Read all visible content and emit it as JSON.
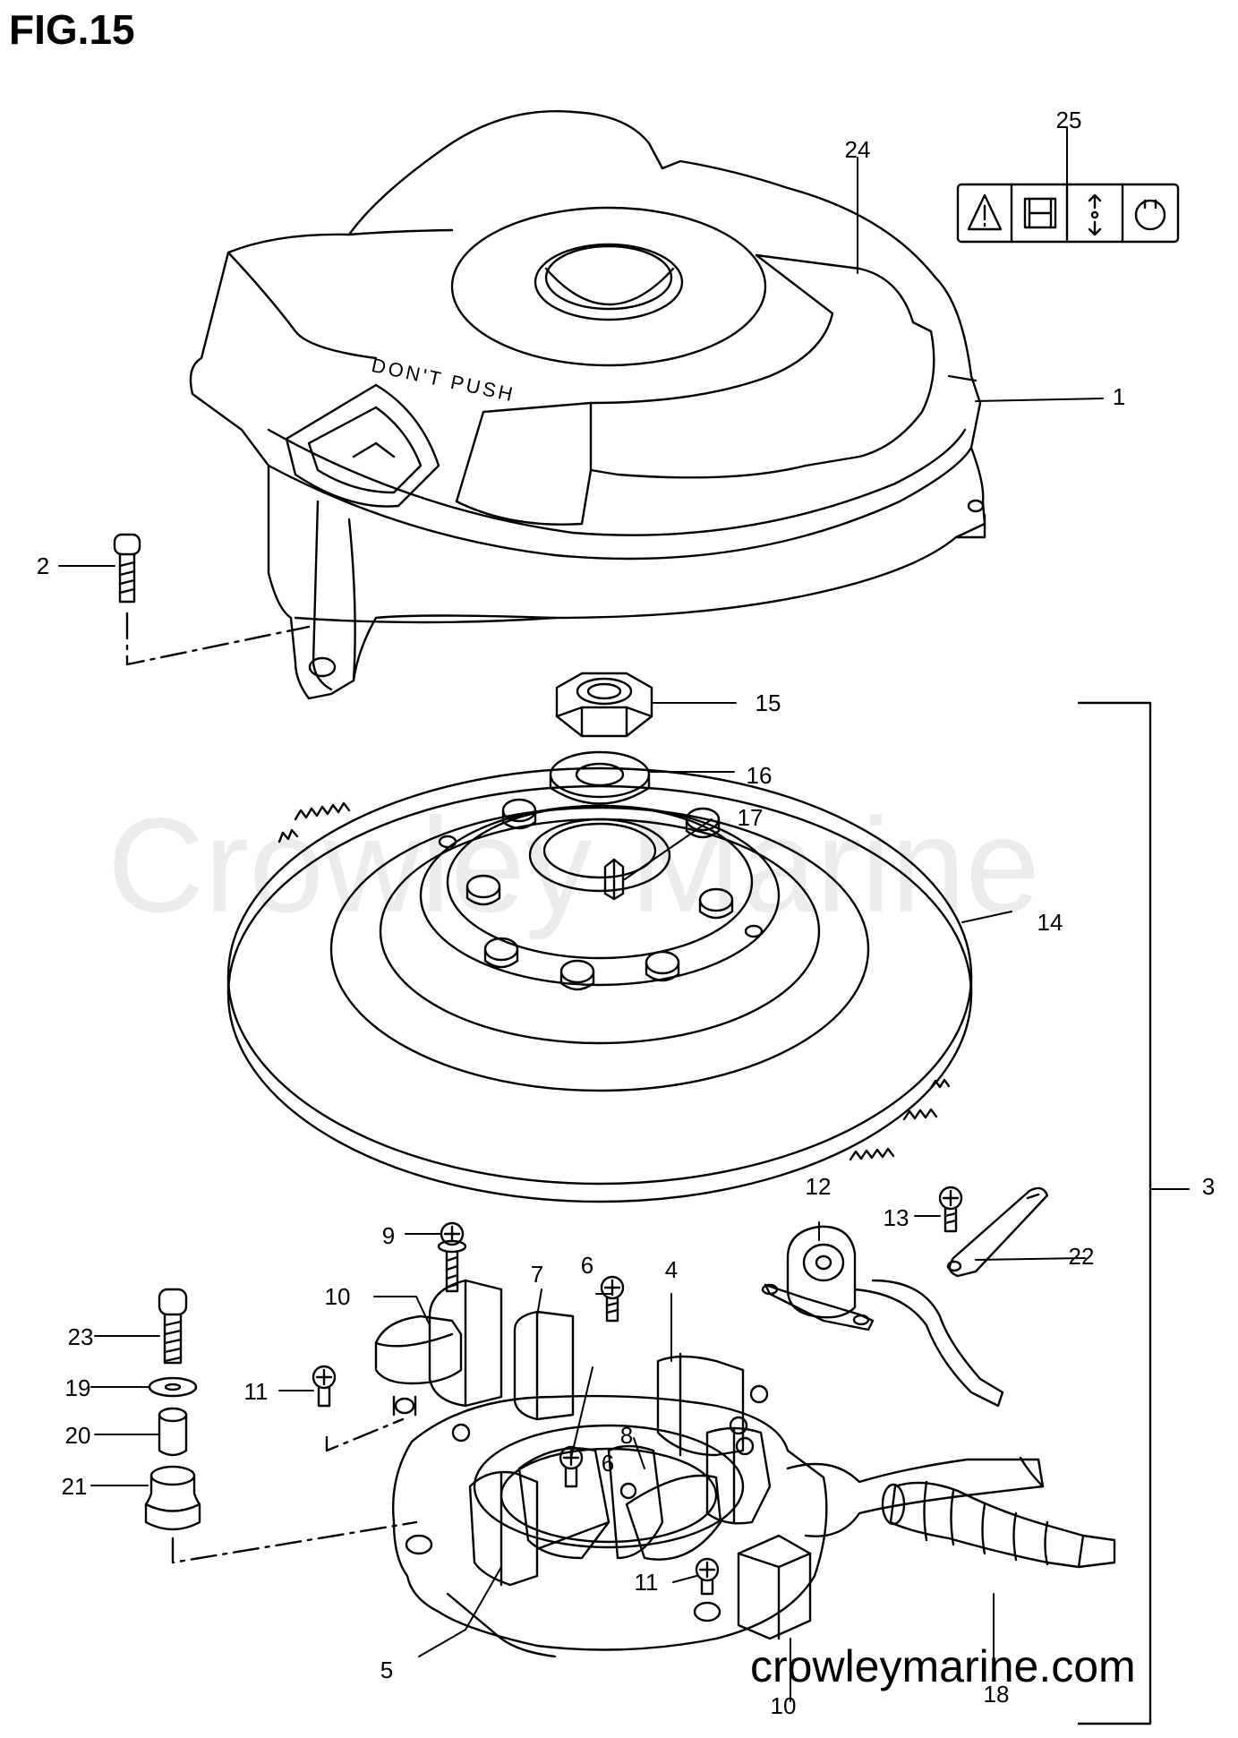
{
  "figure_title": "FIG.15",
  "watermark": "Crowley Marine",
  "site": "crowleymarine.com",
  "cover_marking": "DON'T PUSH",
  "callouts": {
    "c1": "1",
    "c2": "2",
    "c3": "3",
    "c4": "4",
    "c5": "5",
    "c6a": "6",
    "c6b": "6",
    "c7": "7",
    "c8": "8",
    "c9": "9",
    "c10a": "10",
    "c10b": "10",
    "c11a": "11",
    "c11b": "11",
    "c12": "12",
    "c13": "13",
    "c14": "14",
    "c15": "15",
    "c16": "16",
    "c17": "17",
    "c18": "18",
    "c19": "19",
    "c20": "20",
    "c21": "21",
    "c22": "22",
    "c23": "23",
    "c24": "24",
    "c25": "25"
  },
  "colors": {
    "ink": "#000000",
    "watermark": "#ececec",
    "paper": "#ffffff"
  },
  "icons": [
    "warning-triangle-icon",
    "manual-book-icon",
    "up-down-arrow-icon",
    "key-switch-icon"
  ]
}
